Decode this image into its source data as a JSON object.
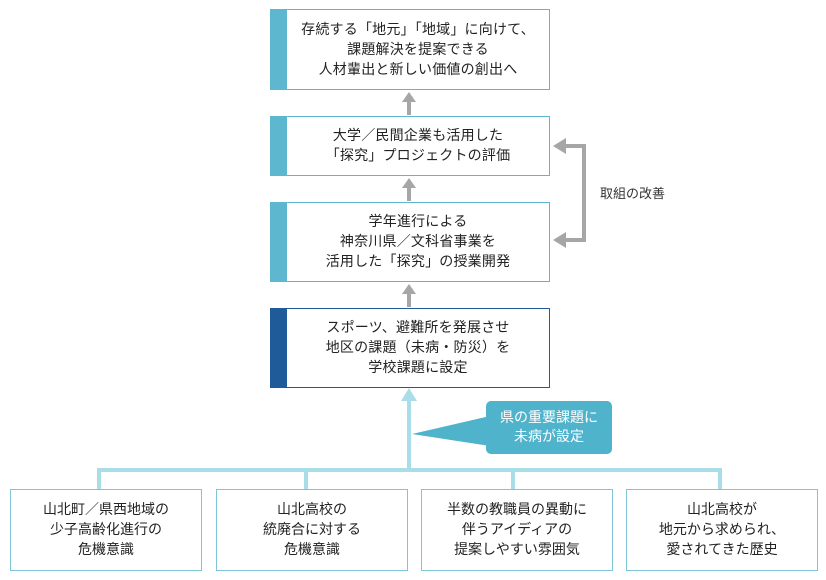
{
  "boxes": {
    "goal": "存続する「地元」「地域」に向けて、\n課題解決を提案できる\n人材輩出と新しい価値の創出へ",
    "evaluation": "大学／民間企業も活用した\n「探究」プロジェクトの評価",
    "plan": "学年進行による\n神奈川県／文科省事業を\n活用した「探究」の授業開発",
    "issue": "スポーツ、避難所を発展させ\n地区の課題（未病・防災）を\n学校課題に設定"
  },
  "loop_label": "取組の改善",
  "callout": "県の重要課題に\n未病が設定",
  "causes": [
    "山北町／県西地域の\n少子高齢化進行の\n危機意識",
    "山北高校の\n統廃合に対する\n危機意識",
    "半数の教職員の異動に\n伴うアイディアの\n提案しやすい雰囲気",
    "山北高校が\n地元から求められ、\n愛されてきた歴史"
  ],
  "colors": {
    "accent": "#5db8cf",
    "dark_accent": "#1f5a99",
    "arrow_gray": "#a6a6a6",
    "callout_bg": "#4fb3cc",
    "connector": "#a9dde8"
  }
}
